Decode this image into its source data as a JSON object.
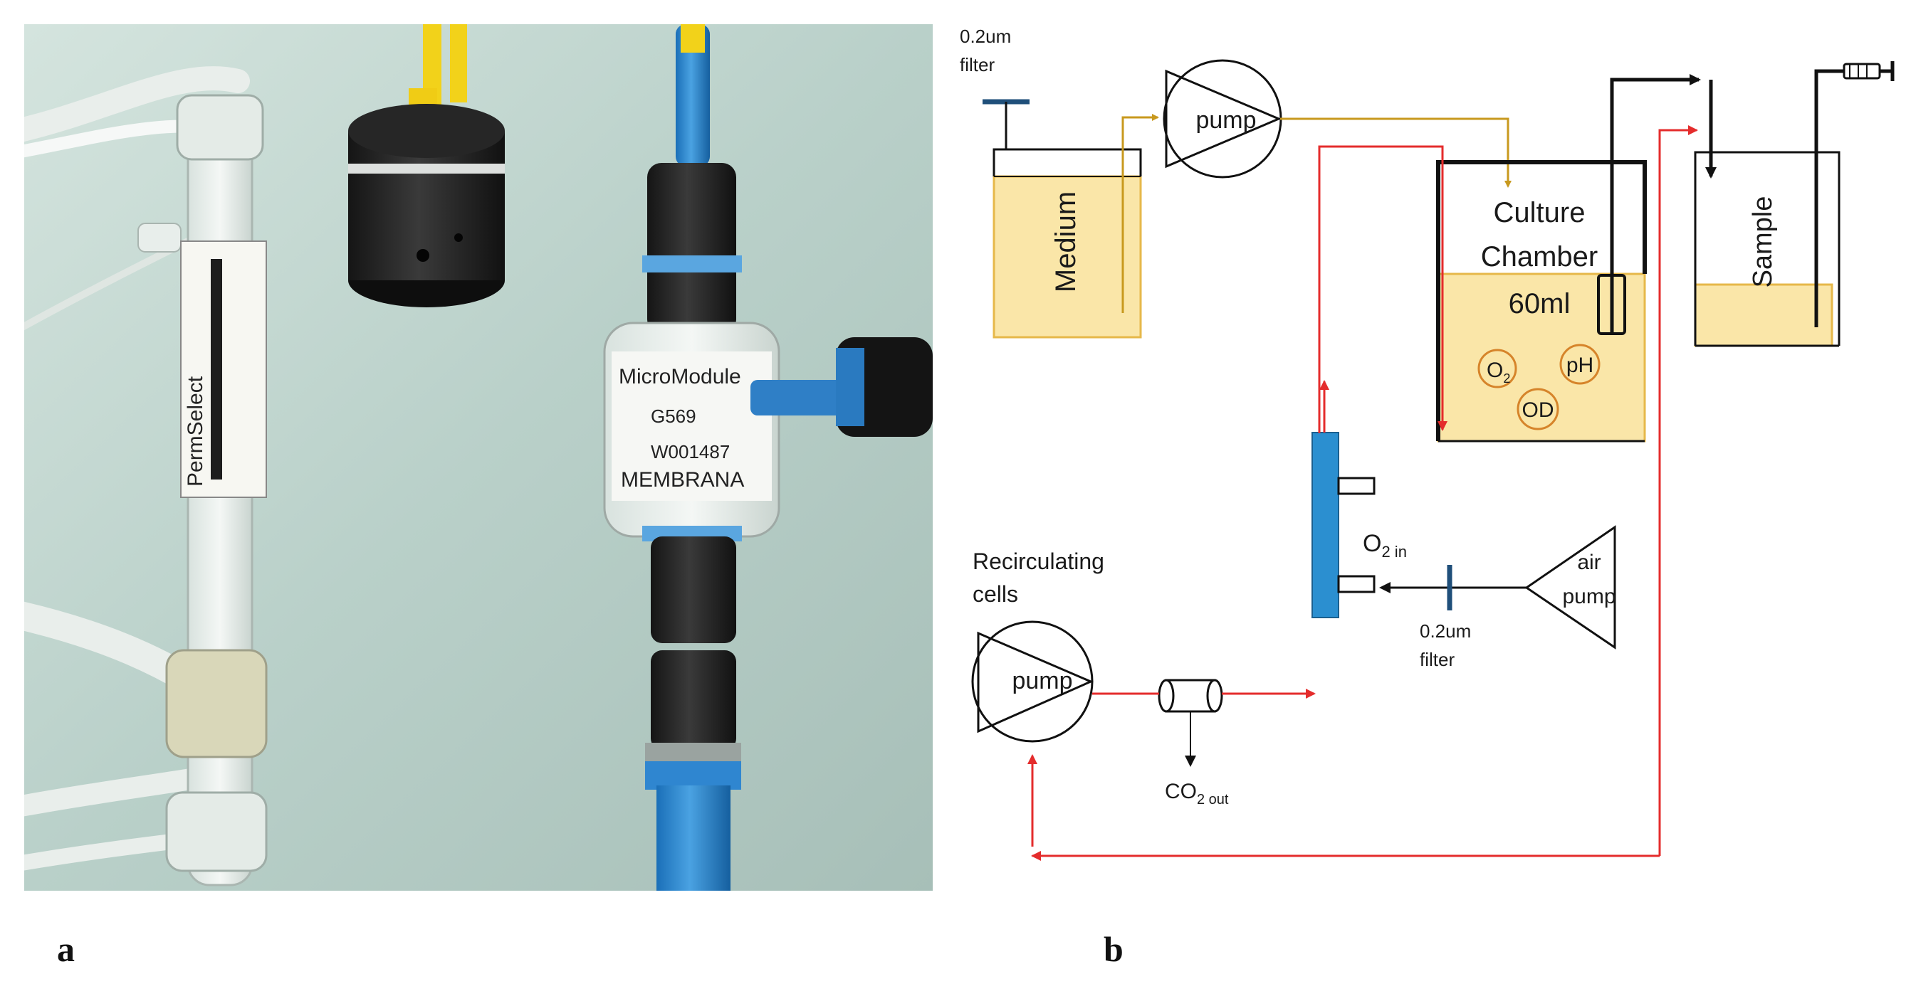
{
  "panels": {
    "a_label": "a",
    "b_label": "b"
  },
  "photo": {
    "permselect_label": "PermSelect",
    "micromodule_label": "MicroModule",
    "micromodule_part": "G569",
    "micromodule_serial": "W001487",
    "membrana_label": "MEMBRANA"
  },
  "diagram": {
    "filter_top_line1": "0.2um",
    "filter_top_line2": "filter",
    "medium_label": "Medium",
    "pump_top_label": "pump",
    "culture_line1": "Culture",
    "culture_line2": "Chamber",
    "culture_volume": "60ml",
    "sensor_o2_main": "O",
    "sensor_o2_sub": "2",
    "sensor_ph": "pH",
    "sensor_od": "OD",
    "sample_label": "Sample",
    "o2_in_main": "O",
    "o2_in_sub": "2 in",
    "air_pump_line1": "air",
    "air_pump_line2": "pump",
    "filter_bottom_line1": "0.2um",
    "filter_bottom_line2": "filter",
    "recirc_line1": "Recirculating",
    "recirc_line2": "cells",
    "pump_bottom_label": "pump",
    "co2_main": "CO",
    "co2_sub": "2 out",
    "colors": {
      "medium_flow": "#c8991e",
      "recirculation_flow": "#e42c2c",
      "liquid_fill": "#fae6a8",
      "oxygenator": "#2b8fd0",
      "sensor_ring": "#d6842a"
    }
  }
}
